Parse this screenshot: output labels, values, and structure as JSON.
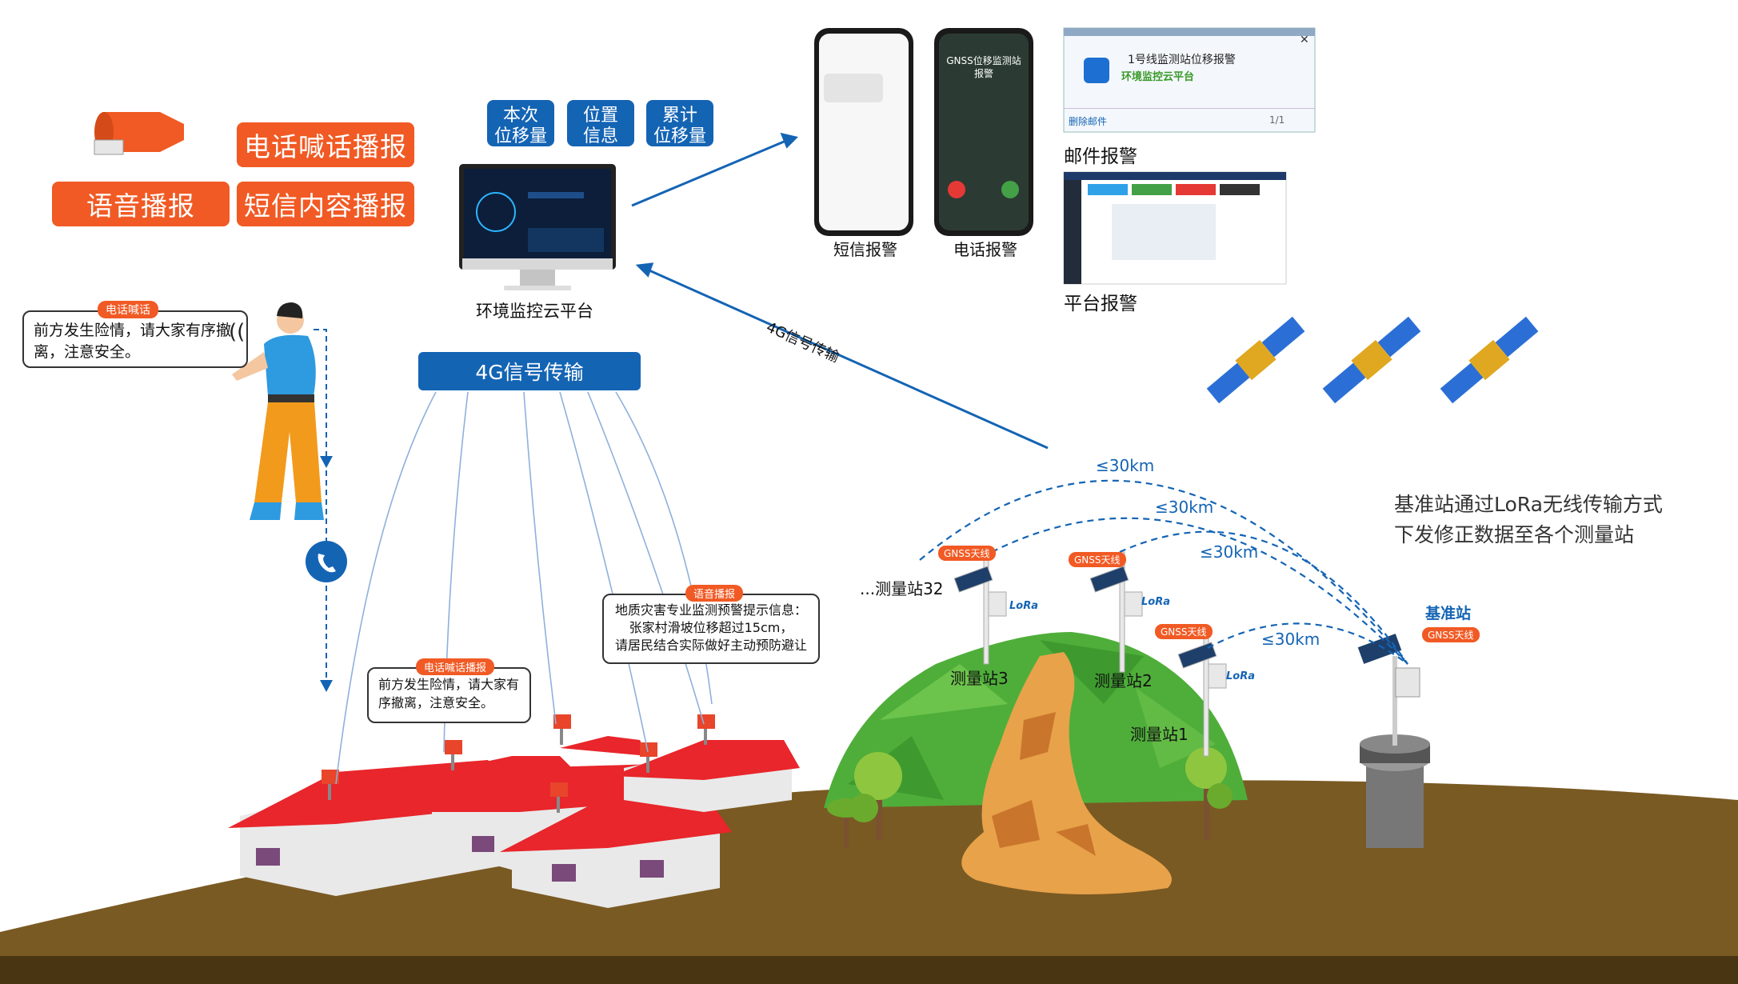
{
  "alerts_left": {
    "phone_shout": "电话喊话播报",
    "voice": "语音播报",
    "sms_content": "短信内容播报"
  },
  "data_tags": [
    "本次\n位移量",
    "位置\n信息",
    "累计\n位移量"
  ],
  "platform_label": "环境监控云平台",
  "signal_box": "4G信号传输",
  "signal_diag": "4G信号传输",
  "phones": {
    "sms_label": "短信报警",
    "call_label": "电话报警",
    "call_screen_title": "GNSS位移监测站\n报警"
  },
  "email": {
    "subject": "1号线监测站位移报警",
    "sender": "环境监控云平台",
    "delete": "删除邮件",
    "pager": "1/1",
    "label": "邮件报警"
  },
  "platform_alarm_label": "平台报警",
  "person_bubble": {
    "tag": "电话喊话",
    "text": "前方发生险情，请大家有序撤离，注意安全。"
  },
  "house_bubble": {
    "tag": "电话喊话播报",
    "text": "前方发生险情，请大家有序撤离，注意安全。"
  },
  "voice_bubble": {
    "tag": "语音播报",
    "line1": "地质灾害专业监测预警提示信息：",
    "line2": "张家村滑坡位移超过15cm，",
    "line3": "请居民结合实际做好主动预防避让"
  },
  "stations": {
    "s32": "...测量站32",
    "s3": "测量站3",
    "s2": "测量站2",
    "s1": "测量站1",
    "base": "基准站",
    "gnss": "GNSS天线",
    "lora": "LoRa"
  },
  "distances": [
    "≤30km",
    "≤30km",
    "≤30km",
    "≤30km"
  ],
  "description": "基准站通过LoRa无线传输方式\n下发修正数据至各个测量站",
  "colors": {
    "orange": "#f15a24",
    "blue": "#1464b4",
    "ground": "#7a5a23",
    "roof": "#e8262b",
    "hill": "#4fae3a"
  }
}
